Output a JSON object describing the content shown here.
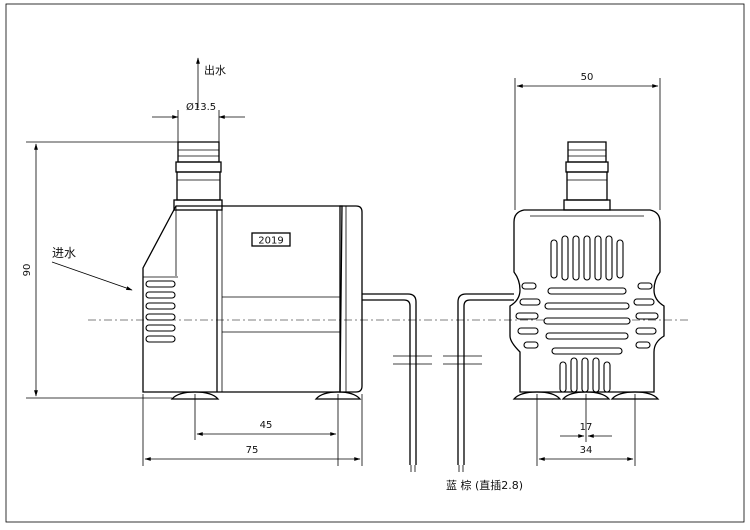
{
  "labels": {
    "outlet": "出水",
    "inlet": "进水",
    "pipe_diameter": "Ø13.5",
    "year_label": "2019",
    "wire_note": "蓝  棕 (直插2.8)"
  },
  "dimensions": {
    "height": "90",
    "width_total": "75",
    "foot_spacing": "45",
    "side_width": "50",
    "base_width": "34",
    "foot_gap": "17"
  }
}
